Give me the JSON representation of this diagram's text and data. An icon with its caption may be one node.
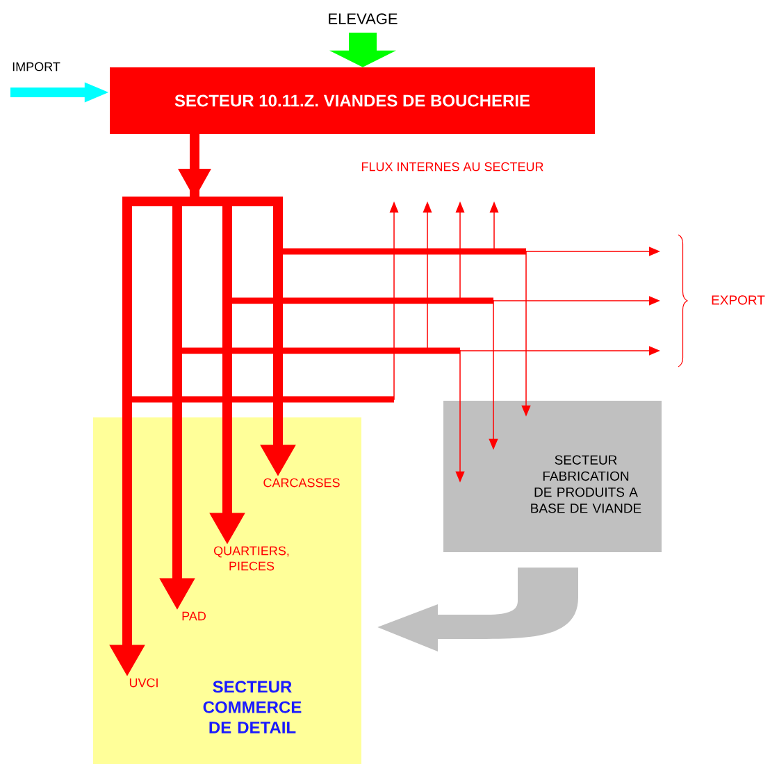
{
  "diagram": {
    "nodes": [
      {
        "text": [
          "ELEVAGE"
        ]
      },
      {
        "text": [
          "IMPORT"
        ]
      },
      {
        "text": [
          "SECTEUR 10.11.Z. VIANDES DE BOUCHERIE"
        ]
      },
      {
        "text": [
          "SECTEUR COMMERCE DE DETAIL"
        ]
      },
      {
        "text": [
          "CARCASSES"
        ],
        "in": 3
      },
      {
        "text": [
          "QUARTIERS, PIECES"
        ],
        "in": 3
      },
      {
        "text": [
          "PAD"
        ],
        "in": 3
      },
      {
        "text": [
          "UVCI"
        ],
        "in": 3
      },
      {
        "text": [
          "SECTEUR FABRICATION DE PRODUITS A BASE DE VIANDE"
        ]
      }
    ],
    "edges": [
      {
        "from": 0,
        "to": 2,
        "arrow": "to",
        "style": "thick",
        "color": "#00ff00"
      },
      {
        "from": 1,
        "to": 2,
        "arrow": "to",
        "style": "thick",
        "color": "#00ffff"
      },
      {
        "from": 2,
        "to": 7,
        "arrow": "to",
        "style": "thick"
      },
      {
        "from": 2,
        "to": 6,
        "arrow": "to",
        "style": "thick"
      },
      {
        "from": 2,
        "to": 5,
        "arrow": "to",
        "style": "thick"
      },
      {
        "from": 2,
        "to": 4,
        "arrow": "to",
        "style": "thick"
      },
      {
        "from": 2,
        "to": null,
        "arrow": "to"
      },
      {
        "from": 2,
        "to": null,
        "arrow": "to"
      },
      {
        "from": 2,
        "to": null,
        "arrow": "to"
      },
      {
        "from": 2,
        "to": null,
        "arrow": "to"
      },
      {
        "from": 2,
        "to": null,
        "arrow": "to"
      },
      {
        "from": 2,
        "to": null,
        "arrow": "to"
      },
      {
        "from": 2,
        "to": null,
        "arrow": "to"
      },
      {
        "from": 2,
        "to": 8,
        "arrow": "to"
      },
      {
        "from": 2,
        "to": 8,
        "arrow": "to"
      },
      {
        "from": 2,
        "to": 8,
        "arrow": "to"
      },
      {
        "from": 8,
        "to": 3,
        "arrow": "to",
        "style": "thick",
        "color": "#c0c0c0"
      }
    ],
    "labels": [
      "FLUX INTERNES AU SECTEUR",
      "EXPORT"
    ]
  }
}
